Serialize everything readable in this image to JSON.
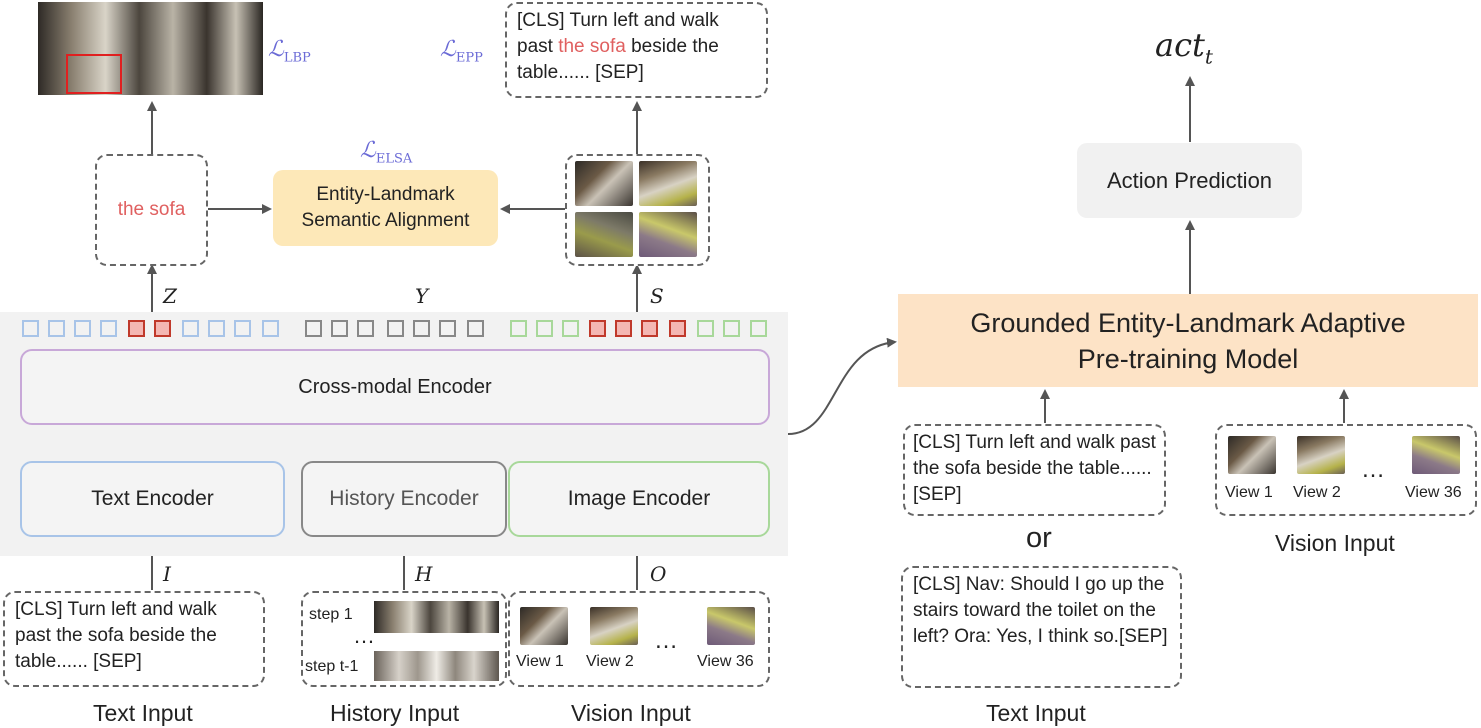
{
  "left": {
    "cross_modal_label": "Cross-modal Encoder",
    "text_encoder_label": "Text Encoder",
    "history_encoder_label": "History Encoder",
    "image_encoder_label": "Image Encoder",
    "var_Z": "Z",
    "var_Y": "Y",
    "var_S": "S",
    "var_I": "I",
    "var_H": "H",
    "var_O": "O",
    "entity_text": "the sofa",
    "alignment_line1": "Entity-Landmark",
    "alignment_line2": "Semantic Alignment",
    "loss_lbp": "LBP",
    "loss_epp": "EPP",
    "loss_elsa": "ELSA",
    "epp_prefix": "[CLS] Turn left and walk past ",
    "epp_highlight": "the sofa",
    "epp_suffix": " beside the table...... [SEP]",
    "text_input_para": "[CLS] Turn left and walk past the sofa beside the table...... [SEP]",
    "history_step1": "step 1",
    "history_dots": "…",
    "history_stept1": "step t-1",
    "views": [
      "View 1",
      "View 2",
      "View 36"
    ],
    "view_dots": "…",
    "captions": [
      "Text Input",
      "History Input",
      "Vision Input"
    ]
  },
  "right": {
    "act_main": "act",
    "act_sub": "t",
    "action_prediction": "Action Prediction",
    "model_line1": "Grounded Entity-Landmark Adaptive",
    "model_line2": "Pre-training Model",
    "text_input_para": "[CLS] Turn left and walk past the sofa beside the table...... [SEP]",
    "or_label": "or",
    "dialog_para": "[CLS] Nav: Should I go up the stairs toward the toilet on the left? Ora: Yes, I think so.[SEP]",
    "views": [
      "View 1",
      "View 2",
      "View 36"
    ],
    "view_dots": "…",
    "captions": [
      "Text Input",
      "Vision Input"
    ]
  },
  "colors": {
    "text_blue": "#a8c4e8",
    "history_gray": "#888888",
    "vision_green": "#a8d89a",
    "highlight_red": "#d9534f",
    "alignment_bg": "#fde8b8",
    "model_bg": "#fde3c6",
    "loss_purple": "#6b6bd6",
    "cross_modal_border": "#c8a8d8"
  }
}
